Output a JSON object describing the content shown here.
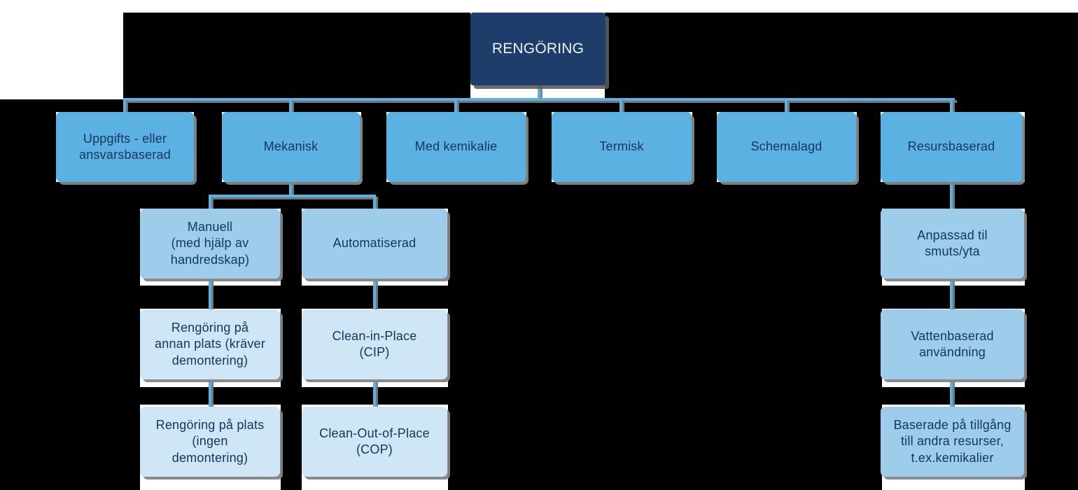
{
  "diagram": {
    "title": "RENGÖRING",
    "background_color": "#000000",
    "colors": {
      "root": "#1e3d6b",
      "level2": "#5bb2e2",
      "level3": "#9dcdeb",
      "level4": "#cfe6f7",
      "connector": "#5bb2e2",
      "shadow": "#82858777",
      "text_dark": "#16355e",
      "text_light": "#ecf4fb"
    },
    "root": {
      "label": "RENGÖRING"
    },
    "level2": [
      {
        "label": "Uppgifts - eller\nansvarsbaserad"
      },
      {
        "label": "Mekanisk"
      },
      {
        "label": "Med kemikalie"
      },
      {
        "label": "Termisk"
      },
      {
        "label": "Schemalagd"
      },
      {
        "label": "Resursbaserad"
      }
    ],
    "mekanisk_children": [
      {
        "label": "Manuell\n(med hjälp av\nhandredskap)"
      },
      {
        "label": "Automatiserad"
      }
    ],
    "manuell_children": [
      {
        "label": "Rengöring på\nannan plats (kräver\ndemontering)"
      },
      {
        "label": "Rengöring på plats\n(ingen\ndemontering)"
      }
    ],
    "automatiserad_children": [
      {
        "label": "Clean-in-Place\n(CIP)"
      },
      {
        "label": "Clean-Out-of-Place\n(COP)"
      }
    ],
    "resursbaserad_children": [
      {
        "label": "Anpassad til\nsmuts/yta"
      },
      {
        "label": "Vattenbaserad\nanvändning"
      },
      {
        "label": "Baserade på tillgång\ntill andra resurser,\nt.ex.kemikalier"
      }
    ]
  }
}
